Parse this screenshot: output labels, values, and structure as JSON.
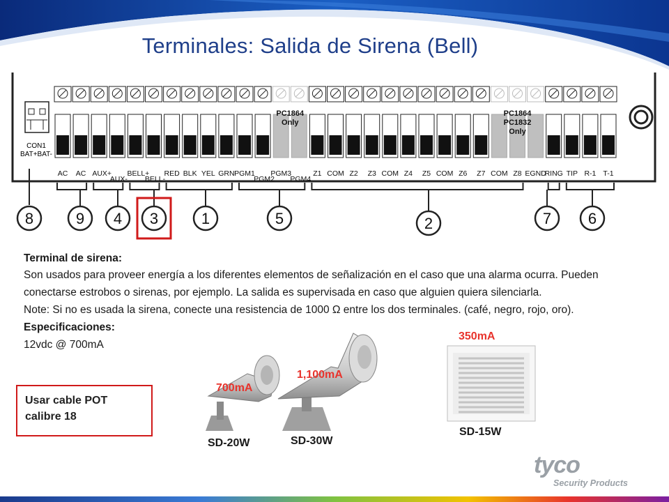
{
  "title": "Terminales: Salida de Sirena (Bell)",
  "board": {
    "con1_label": "CON1",
    "con1_sub": "BAT+BAT-",
    "pc1864_only": [
      "PC1864",
      "Only"
    ],
    "pc1864_pc1832_only": [
      "PC1864",
      "PC1832",
      "Only"
    ],
    "terminal_labels_top": [
      "AC",
      "AC",
      "AUX+",
      "BELL+",
      "RED",
      "BLK",
      "YEL",
      "GRN",
      "PGM1",
      "PGM3",
      "Z1",
      "COM",
      "Z2",
      "Z3",
      "COM",
      "Z4",
      "Z5",
      "COM",
      "Z6",
      "Z7",
      "COM",
      "Z8",
      "EGND",
      "RING",
      "TIP",
      "R-1",
      "T-1"
    ],
    "terminal_labels_bottom": [
      "AUX-",
      "BELL-",
      "PGM2",
      "PGM4"
    ],
    "groups": [
      {
        "number": "8",
        "highlight": false
      },
      {
        "number": "9",
        "highlight": false
      },
      {
        "number": "4",
        "highlight": false
      },
      {
        "number": "3",
        "highlight": true
      },
      {
        "number": "1",
        "highlight": false
      },
      {
        "number": "5",
        "highlight": false
      },
      {
        "number": "2",
        "highlight": false
      },
      {
        "number": "7",
        "highlight": false
      },
      {
        "number": "6",
        "highlight": false
      }
    ]
  },
  "description": {
    "heading": "Terminal de sirena:",
    "line1": "Son usados para proveer energía a los diferentes elementos de señalización en el caso que una alarma ocurra. Pueden",
    "line2": "conectarse estrobos o sirenas, por ejemplo. La salida es supervisada en caso que alguien quiera silenciarla.",
    "line3": "Note:  Si no es usada la sirena, conecte una resistencia de 1000 Ω entre los dos terminales. (café, negro, rojo, oro).",
    "spec_heading": "Especificaciones:",
    "spec_value": "12vdc @ 700mA"
  },
  "note_box": {
    "line1": "Usar cable POT",
    "line2": "calibre 18"
  },
  "devices": [
    {
      "model": "SD-20W",
      "current": "700mA"
    },
    {
      "model": "SD-30W",
      "current": "1,100mA"
    },
    {
      "model": "SD-15W",
      "current": "350mA"
    }
  ],
  "logo": {
    "brand": "tyco",
    "tagline": "Security Products"
  },
  "colors": {
    "title": "#1f3f8a",
    "highlight": "#d01a1a",
    "current_label": "#e8332c"
  }
}
